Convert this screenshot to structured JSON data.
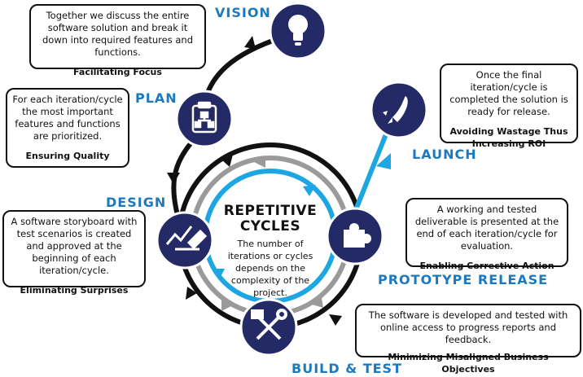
{
  "phases": {
    "vision": {
      "label": "VISION",
      "description": "Together we discuss the entire software solution and break it down into required features and functions.",
      "benefit": "Facilitating Focus",
      "icon": "lightbulb-icon"
    },
    "plan": {
      "label": "PLAN",
      "description": "For each iteration/cycle the most important features and functions are prioritized.",
      "benefit": "Ensuring Quality",
      "icon": "clipboard-hierarchy-icon"
    },
    "design": {
      "label": "DESIGN",
      "description": "A software storyboard with test scenarios is created and approved at the beginning of each iteration/cycle.",
      "benefit": "Eliminating Surprises",
      "icon": "ruler-pencil-icon"
    },
    "build_test": {
      "label": "BUILD & TEST",
      "description": "The software is developed and tested with online access to progress reports and feedback.",
      "benefit": "Minimizing Misaligned Business Objectives",
      "icon": "hammer-wrench-icon"
    },
    "prototype_release": {
      "label": "PROTOTYPE RELEASE",
      "description": "A working and tested deliverable is presented at the end of each iteration/cycle for evaluation.",
      "benefit": "Enabling Corrective Action",
      "icon": "puzzle-piece-icon"
    },
    "launch": {
      "label": "LAUNCH",
      "description": "Once the final iteration/cycle is completed the solution is ready for release.",
      "benefit": "Avoiding Wastage Thus Increasing ROI",
      "icon": "rocket-icon"
    }
  },
  "center": {
    "title_line1": "REPETITIVE",
    "title_line2": "CYCLES",
    "description": "The number of iterations or cycles depends on the complexity of the project."
  },
  "colors": {
    "circle_fill": "#232a66",
    "accent_blue": "#1b79c0",
    "cyan_ring": "#1ea6e3",
    "gray_ring": "#9a9a9a",
    "black_path": "#111111"
  }
}
